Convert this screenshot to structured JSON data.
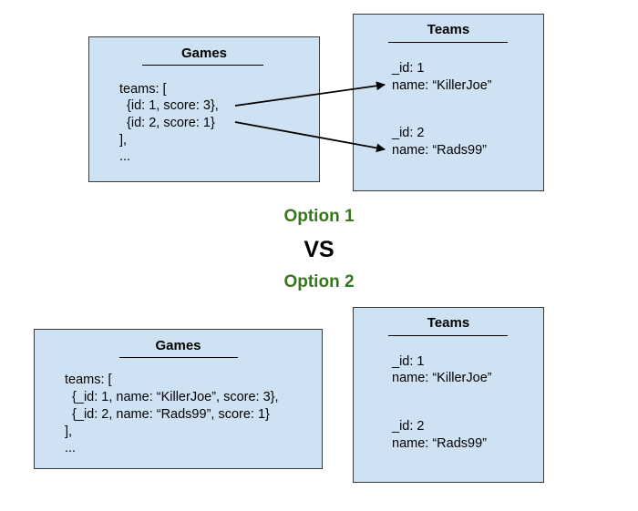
{
  "option1": {
    "label": "Option 1",
    "games": {
      "title": "Games",
      "lines": [
        "teams: [",
        "  {id: 1, score: 3},",
        "  {id: 2, score: 1}",
        "],",
        "..."
      ]
    },
    "teams": {
      "title": "Teams",
      "team1": [
        "_id: 1",
        "name: “KillerJoe”"
      ],
      "team2": [
        "_id: 2",
        "name: “Rads99”"
      ]
    }
  },
  "vs_label": "VS",
  "option2": {
    "label": "Option 2",
    "games": {
      "title": "Games",
      "lines": [
        "teams: [",
        "  {_id: 1, name: “KillerJoe”, score: 3},",
        "  {_id: 2, name: “Rads99”, score: 1}",
        "],",
        "..."
      ]
    },
    "teams": {
      "title": "Teams",
      "team1": [
        "_id: 1",
        "name: “KillerJoe”"
      ],
      "team2": [
        "_id: 2",
        "name: “Rads99”"
      ]
    }
  },
  "colors": {
    "box_fill": "#cfe2f3",
    "box_border": "#3a3a3a",
    "option_label": "#38761d"
  }
}
